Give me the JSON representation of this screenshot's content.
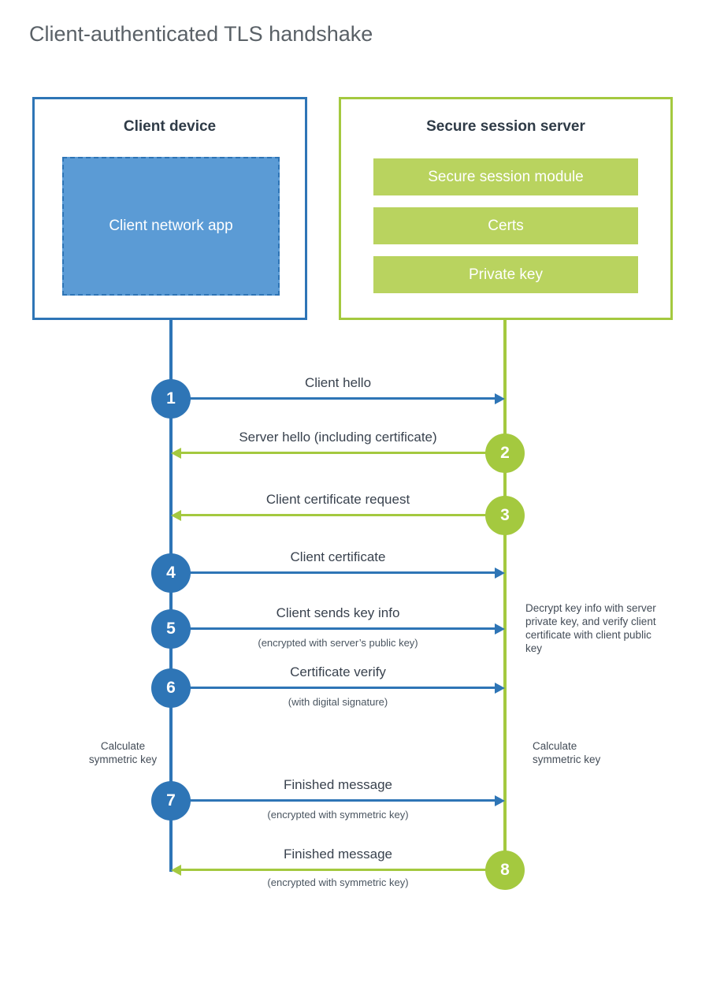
{
  "title": "Client-authenticated TLS handshake",
  "client": {
    "title": "Client device",
    "app_label": "Client network app"
  },
  "server": {
    "title": "Secure session server",
    "modules": [
      "Secure session module",
      "Certs",
      "Private key"
    ]
  },
  "steps": [
    {
      "num": "1",
      "label": "Client hello",
      "direction": "client-to-server",
      "color": "blue"
    },
    {
      "num": "2",
      "label": "Server hello (including certificate)",
      "direction": "server-to-client",
      "color": "green"
    },
    {
      "num": "3",
      "label": "Client certificate request",
      "direction": "server-to-client",
      "color": "green"
    },
    {
      "num": "4",
      "label": "Client certificate",
      "direction": "client-to-server",
      "color": "blue"
    },
    {
      "num": "5",
      "label": "Client sends key info",
      "sub": "(encrypted with server’s public key)",
      "direction": "client-to-server",
      "color": "blue"
    },
    {
      "num": "6",
      "label": "Certificate verify",
      "sub": "(with digital signature)",
      "direction": "client-to-server",
      "color": "blue"
    },
    {
      "num": "7",
      "label": "Finished message",
      "sub": "(encrypted with symmetric key)",
      "direction": "client-to-server",
      "color": "blue"
    },
    {
      "num": "8",
      "label": "Finished message",
      "sub": "(encrypted with symmetric key)",
      "direction": "server-to-client",
      "color": "green"
    }
  ],
  "notes": {
    "decrypt": "Decrypt key info with server private key, and verify client certificate with client public key",
    "calc_client": "Calculate symmetric key",
    "calc_server": "Calculate symmetric key"
  },
  "colors": {
    "blue": "#2e75b6",
    "blue_fill": "#5b9bd5",
    "green": "#a4c93f",
    "green_fill": "#b9d35f"
  }
}
